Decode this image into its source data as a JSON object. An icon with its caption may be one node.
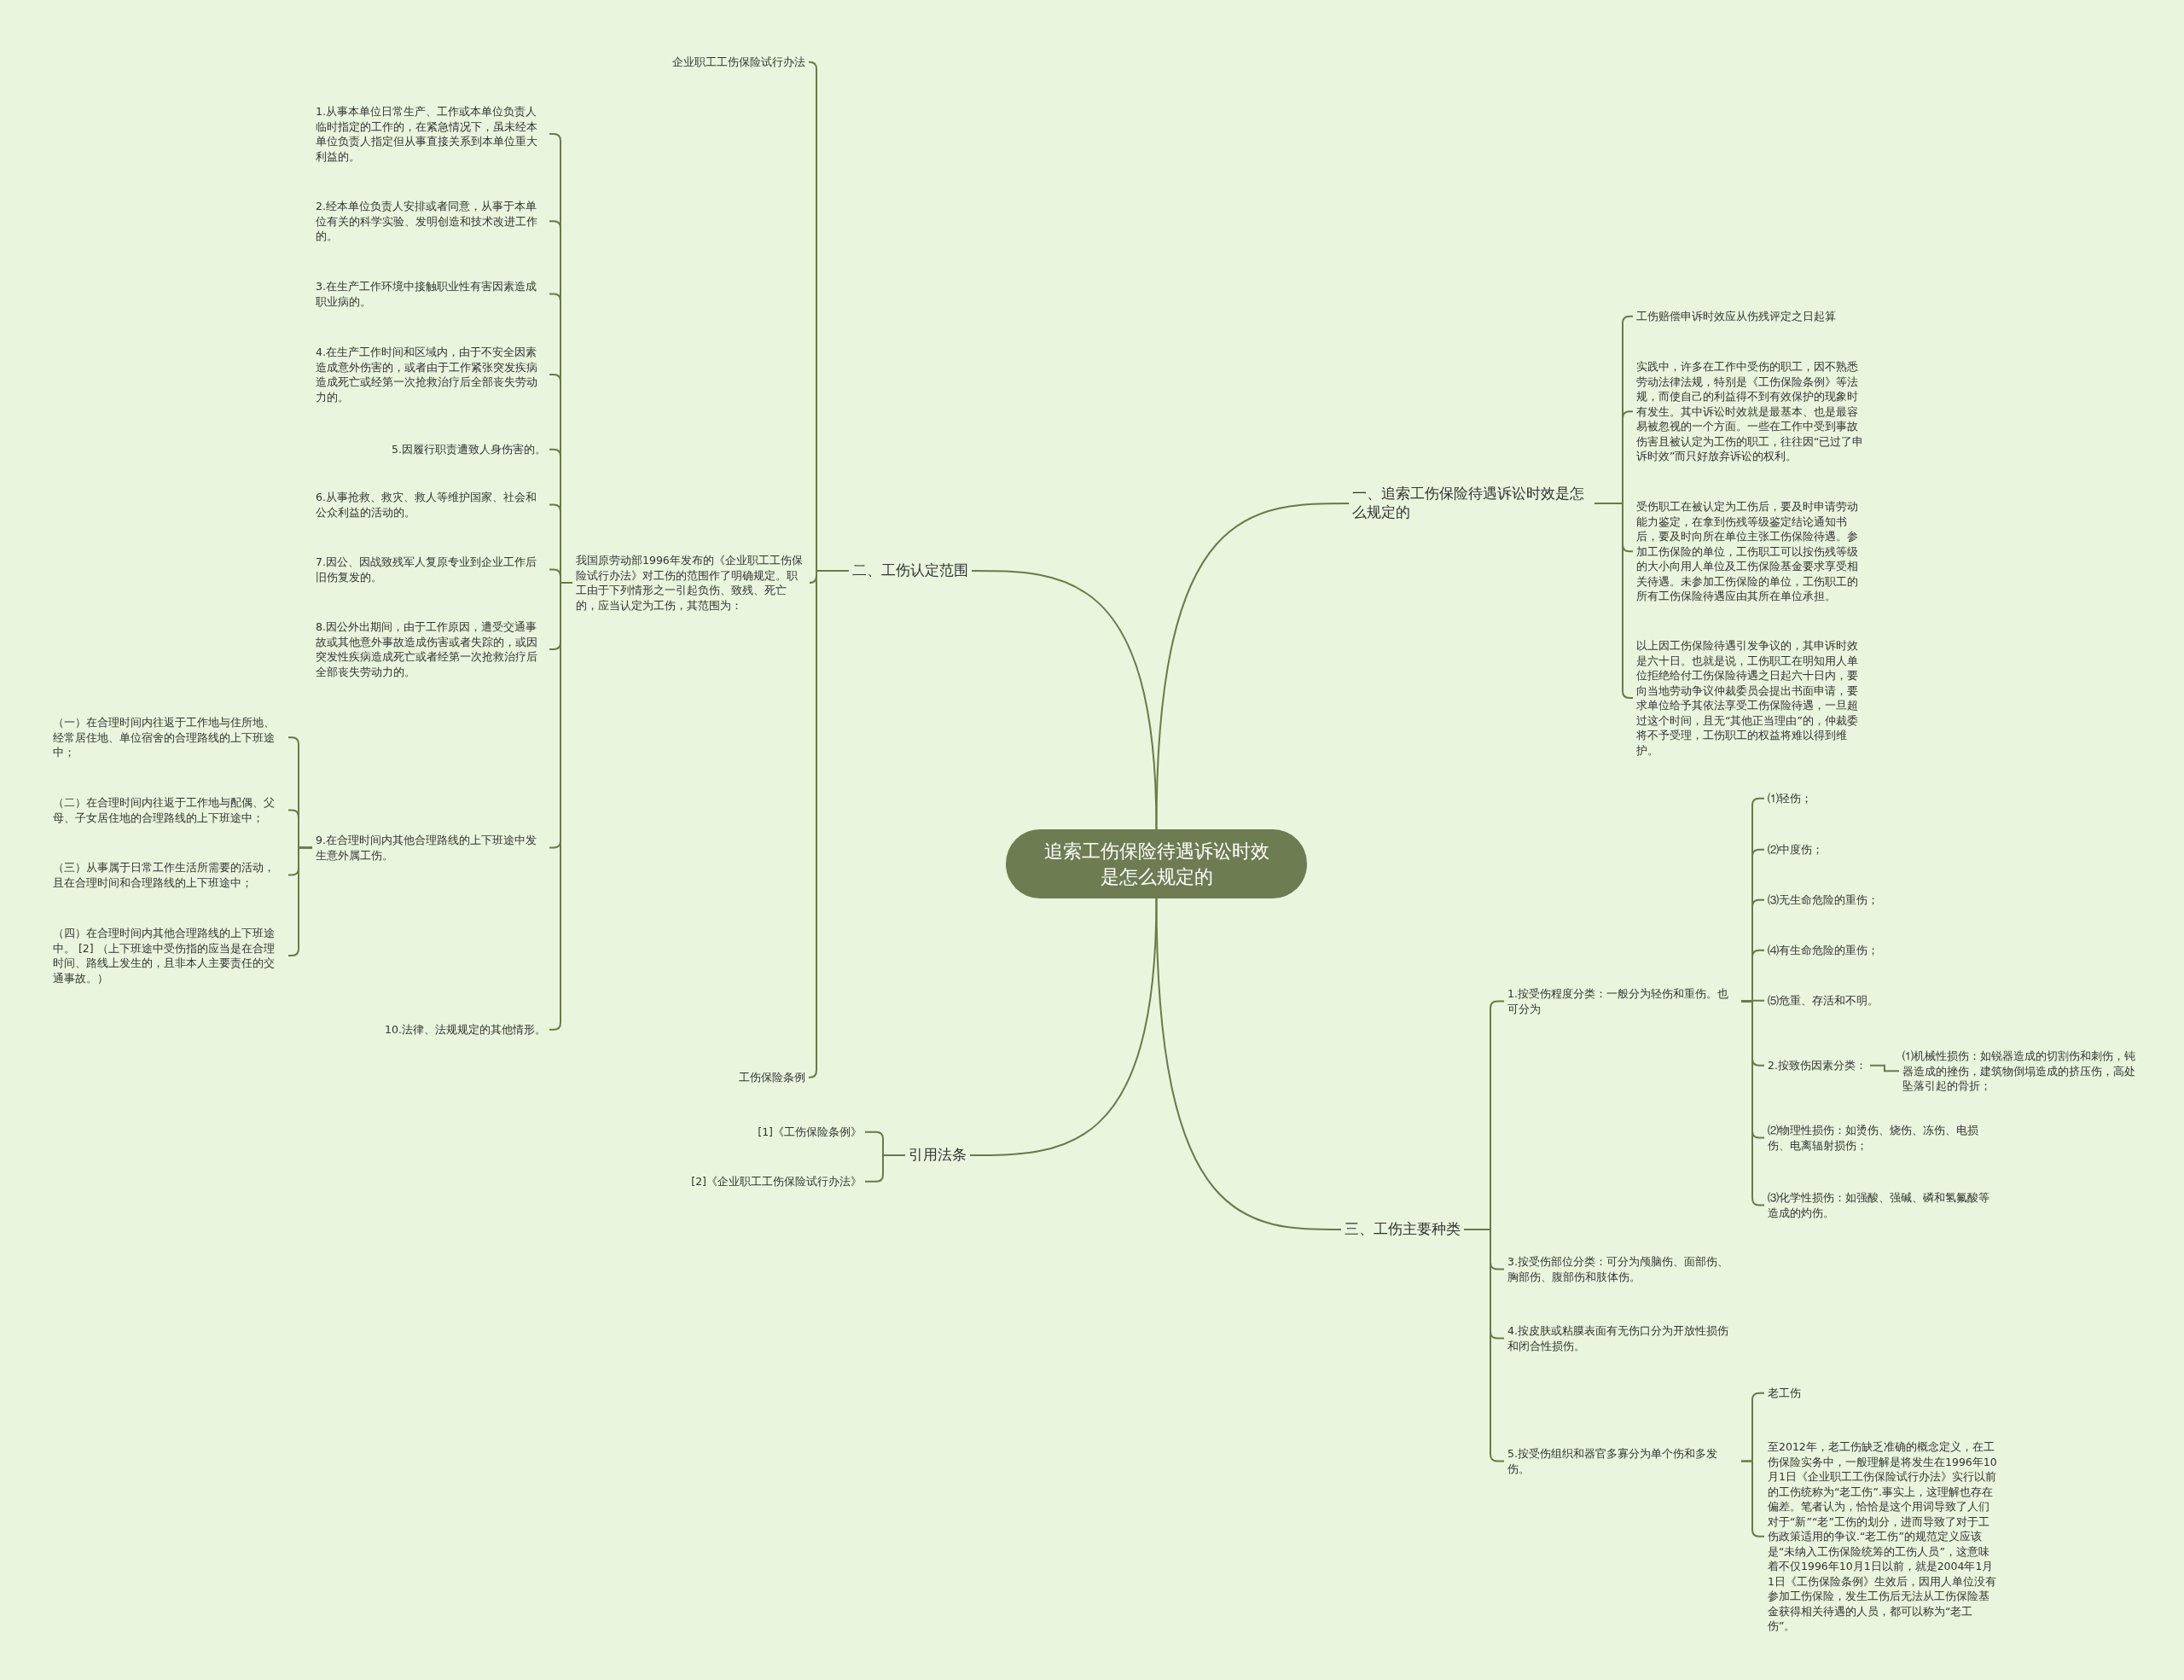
{
  "diagram": {
    "nodes": [
      {
        "text": [
          "追索工伤保险待遇诉讼时效是怎么规定的"
        ]
      },
      {
        "text": [
          "一、追索工伤保险待遇诉讼时效是怎么规定的"
        ]
      },
      {
        "text": [
          "工伤赔偿申诉时效应从伤残评定之日起算"
        ]
      },
      {
        "text": [
          "实践中，许多在工作中受伤的职工，因不熟悉劳动法律法规，特别是《工伤保险条例》等法规，而使自己的利益得不到有效保护的现象时有发生。其中诉讼时效就是最基本、也是最容易被忽视的一个方面。一些在工作中受到事故伤害且被认定为工伤的职工，往往因“已过了申诉时效”而只好放弃诉讼的权利。"
        ]
      },
      {
        "text": [
          "受伤职工在被认定为工伤后，要及时申请劳动能力鉴定，在拿到伤残等级鉴定结论通知书后，要及时向所在单位主张工伤保险待遇。参加工伤保险的单位，工伤职工可以按伤残等级的大小向用人单位及工伤保险基金要求享受相关待遇。未参加工伤保险的单位，工伤职工的所有工伤保险待遇应由其所在单位承担。"
        ]
      },
      {
        "text": [
          "以上因工伤保险待遇引发争议的，其申诉时效是六十日。也就是说，工伤职工在明知用人单位拒绝给付工伤保险待遇之日起六十日内，要向当地劳动争议仲裁委员会提出书面申请，要求单位给予其依法享受工伤保险待遇，一旦超过这个时间，且无“其他正当理由”的，仲裁委将不予受理，工伤职工的权益将难以得到维护。"
        ]
      },
      {
        "text": [
          "二、工伤认定范围"
        ]
      },
      {
        "text": [
          "企业职工工伤保险试行办法"
        ]
      },
      {
        "text": [
          "我国原劳动部1996年发布的《企业职工工伤保险试行办法》对工伤的范围作了明确规定。职工由于下列情形之一引起负伤、致残、死亡的，应当认定为工伤，其范围为："
        ]
      },
      {
        "text": [
          "1.从事本单位日常生产、工作或本单位负责人临时指定的工作的，在紧急情况下，虽未经本单位负责人指定但从事直接关系到本单位重大利益的。"
        ]
      },
      {
        "text": [
          "2.经本单位负责人安排或者同意，从事于本单位有关的科学实验、发明创造和技术改进工作的。"
        ]
      },
      {
        "text": [
          "3.在生产工作环境中接触职业性有害因素造成职业病的。"
        ]
      },
      {
        "text": [
          "4.在生产工作时间和区域内，由于不安全因素造成意外伤害的，或者由于工作紧张突发疾病造成死亡或经第一次抢救治疗后全部丧失劳动力的。"
        ]
      },
      {
        "text": [
          "5.因履行职责遭致人身伤害的。"
        ]
      },
      {
        "text": [
          "6.从事抢救、救灾、救人等维护国家、社会和公众利益的活动的。"
        ]
      },
      {
        "text": [
          "7.因公、因战致残军人复原专业到企业工作后旧伤复发的。"
        ]
      },
      {
        "text": [
          "8.因公外出期间，由于工作原因，遭受交通事故或其他意外事故造成伤害或者失踪的，或因突发性疾病造成死亡或者经第一次抢救治疗后全部丧失劳动力的。"
        ]
      },
      {
        "text": [
          "9.在合理时间内其他合理路线的上下班途中发生意外属工伤。"
        ]
      },
      {
        "text": [
          "10.法律、法规规定的其他情形。"
        ]
      },
      {
        "text": [
          "（一）在合理时间内往返于工作地与住所地、经常居住地、单位宿舍的合理路线的上下班途中；"
        ]
      },
      {
        "text": [
          "（二）在合理时间内往返于工作地与配偶、父母、子女居住地的合理路线的上下班途中；"
        ]
      },
      {
        "text": [
          "（三）从事属于日常工作生活所需要的活动，且在合理时间和合理路线的上下班途中；"
        ]
      },
      {
        "text": [
          "（四）在合理时间内其他合理路线的上下班途中。 [2] （上下班途中受伤指的应当是在合理时间、路线上发生的，且非本人主要责任的交通事故。）"
        ]
      },
      {
        "text": [
          "工伤保险条例"
        ]
      },
      {
        "text": [
          "引用法条"
        ]
      },
      {
        "text": [
          "[1]《工伤保险条例》"
        ]
      },
      {
        "text": [
          "[2]《企业职工工伤保险试行办法》"
        ]
      },
      {
        "text": [
          "三、工伤主要种类"
        ]
      },
      {
        "text": [
          "1.按受伤程度分类：一般分为轻伤和重伤。也可分为"
        ]
      },
      {
        "text": [
          "⑴轻伤；"
        ]
      },
      {
        "text": [
          "⑵中度伤；"
        ]
      },
      {
        "text": [
          "⑶无生命危险的重伤；"
        ]
      },
      {
        "text": [
          "⑷有生命危险的重伤；"
        ]
      },
      {
        "text": [
          "⑸危重、存活和不明。"
        ]
      },
      {
        "text": [
          "2.按致伤因素分类："
        ]
      },
      {
        "text": [
          "⑴机械性损伤：如锐器造成的切割伤和刺伤，钝器造成的挫伤，建筑物倒塌造成的挤压伤，高处坠落引起的骨折；"
        ]
      },
      {
        "text": [
          "⑵物理性损伤：如烫伤、烧伤、冻伤、电损伤、电离辐射损伤；"
        ]
      },
      {
        "text": [
          "⑶化学性损伤：如强酸、强碱、磷和氢氟酸等造成的灼伤。"
        ]
      },
      {
        "text": [
          "3.按受伤部位分类：可分为颅脑伤、面部伤、胸部伤、腹部伤和肢体伤。"
        ]
      },
      {
        "text": [
          "4.按皮肤或粘膜表面有无伤口分为开放性损伤和闭合性损伤。"
        ]
      },
      {
        "text": [
          "5.按受伤组织和器官多寡分为单个伤和多发伤。"
        ]
      },
      {
        "text": [
          "老工伤"
        ]
      },
      {
        "text": [
          "至2012年，老工伤缺乏准确的概念定义，在工伤保险实务中，一般理解是将发生在1996年10月1日《企业职工工伤保险试行办法》实行以前的工伤统称为“老工伤”.事实上，这理解也存在偏差。笔者认为，恰恰是这个用词导致了人们对于“新”“老”工伤的划分，进而导致了对于工伤政策适用的争议.“老工伤”的规范定义应该是“未纳入工伤保险统筹的工伤人员”，这意味着不仅1996年10月1日以前，就是2004年1月1日《工伤保险条例》生效后，因用人单位没有参加工伤保险，发生工伤后无法从工伤保险基金获得相关待遇的人员，都可以称为“老工伤”。"
        ]
      }
    ],
    "edges": [
      {
        "from": 0,
        "to": 1,
        "arrow": "none"
      },
      {
        "from": 0,
        "to": 6,
        "arrow": "none"
      },
      {
        "from": 0,
        "to": 24,
        "arrow": "none"
      },
      {
        "from": 0,
        "to": 27,
        "arrow": "none"
      },
      {
        "from": 1,
        "to": 2,
        "arrow": "none"
      },
      {
        "from": 1,
        "to": 3,
        "arrow": "none"
      },
      {
        "from": 1,
        "to": 4,
        "arrow": "none"
      },
      {
        "from": 1,
        "to": 5,
        "arrow": "none"
      },
      {
        "from": 6,
        "to": 7,
        "arrow": "none"
      },
      {
        "from": 6,
        "to": 8,
        "arrow": "none"
      },
      {
        "from": 6,
        "to": 23,
        "arrow": "none"
      },
      {
        "from": 8,
        "to": 9,
        "arrow": "none"
      },
      {
        "from": 8,
        "to": 10,
        "arrow": "none"
      },
      {
        "from": 8,
        "to": 11,
        "arrow": "none"
      },
      {
        "from": 8,
        "to": 12,
        "arrow": "none"
      },
      {
        "from": 8,
        "to": 13,
        "arrow": "none"
      },
      {
        "from": 8,
        "to": 14,
        "arrow": "none"
      },
      {
        "from": 8,
        "to": 15,
        "arrow": "none"
      },
      {
        "from": 8,
        "to": 16,
        "arrow": "none"
      },
      {
        "from": 8,
        "to": 17,
        "arrow": "none"
      },
      {
        "from": 8,
        "to": 18,
        "arrow": "none"
      },
      {
        "from": 17,
        "to": 19,
        "arrow": "none"
      },
      {
        "from": 17,
        "to": 20,
        "arrow": "none"
      },
      {
        "from": 17,
        "to": 21,
        "arrow": "none"
      },
      {
        "from": 17,
        "to": 22,
        "arrow": "none"
      },
      {
        "from": 24,
        "to": 25,
        "arrow": "none"
      },
      {
        "from": 24,
        "to": 26,
        "arrow": "none"
      },
      {
        "from": 27,
        "to": 28,
        "arrow": "none"
      },
      {
        "from": 27,
        "to": 38,
        "arrow": "none"
      },
      {
        "from": 27,
        "to": 39,
        "arrow": "none"
      },
      {
        "from": 27,
        "to": 40,
        "arrow": "none"
      },
      {
        "from": 28,
        "to": 29,
        "arrow": "none"
      },
      {
        "from": 28,
        "to": 30,
        "arrow": "none"
      },
      {
        "from": 28,
        "to": 31,
        "arrow": "none"
      },
      {
        "from": 28,
        "to": 32,
        "arrow": "none"
      },
      {
        "from": 28,
        "to": 33,
        "arrow": "none"
      },
      {
        "from": 28,
        "to": 34,
        "arrow": "none"
      },
      {
        "from": 28,
        "to": 36,
        "arrow": "none"
      },
      {
        "from": 28,
        "to": 37,
        "arrow": "none"
      },
      {
        "from": 34,
        "to": 35,
        "arrow": "none"
      },
      {
        "from": 40,
        "to": 41,
        "arrow": "none"
      },
      {
        "from": 40,
        "to": 42,
        "arrow": "none"
      }
    ]
  }
}
